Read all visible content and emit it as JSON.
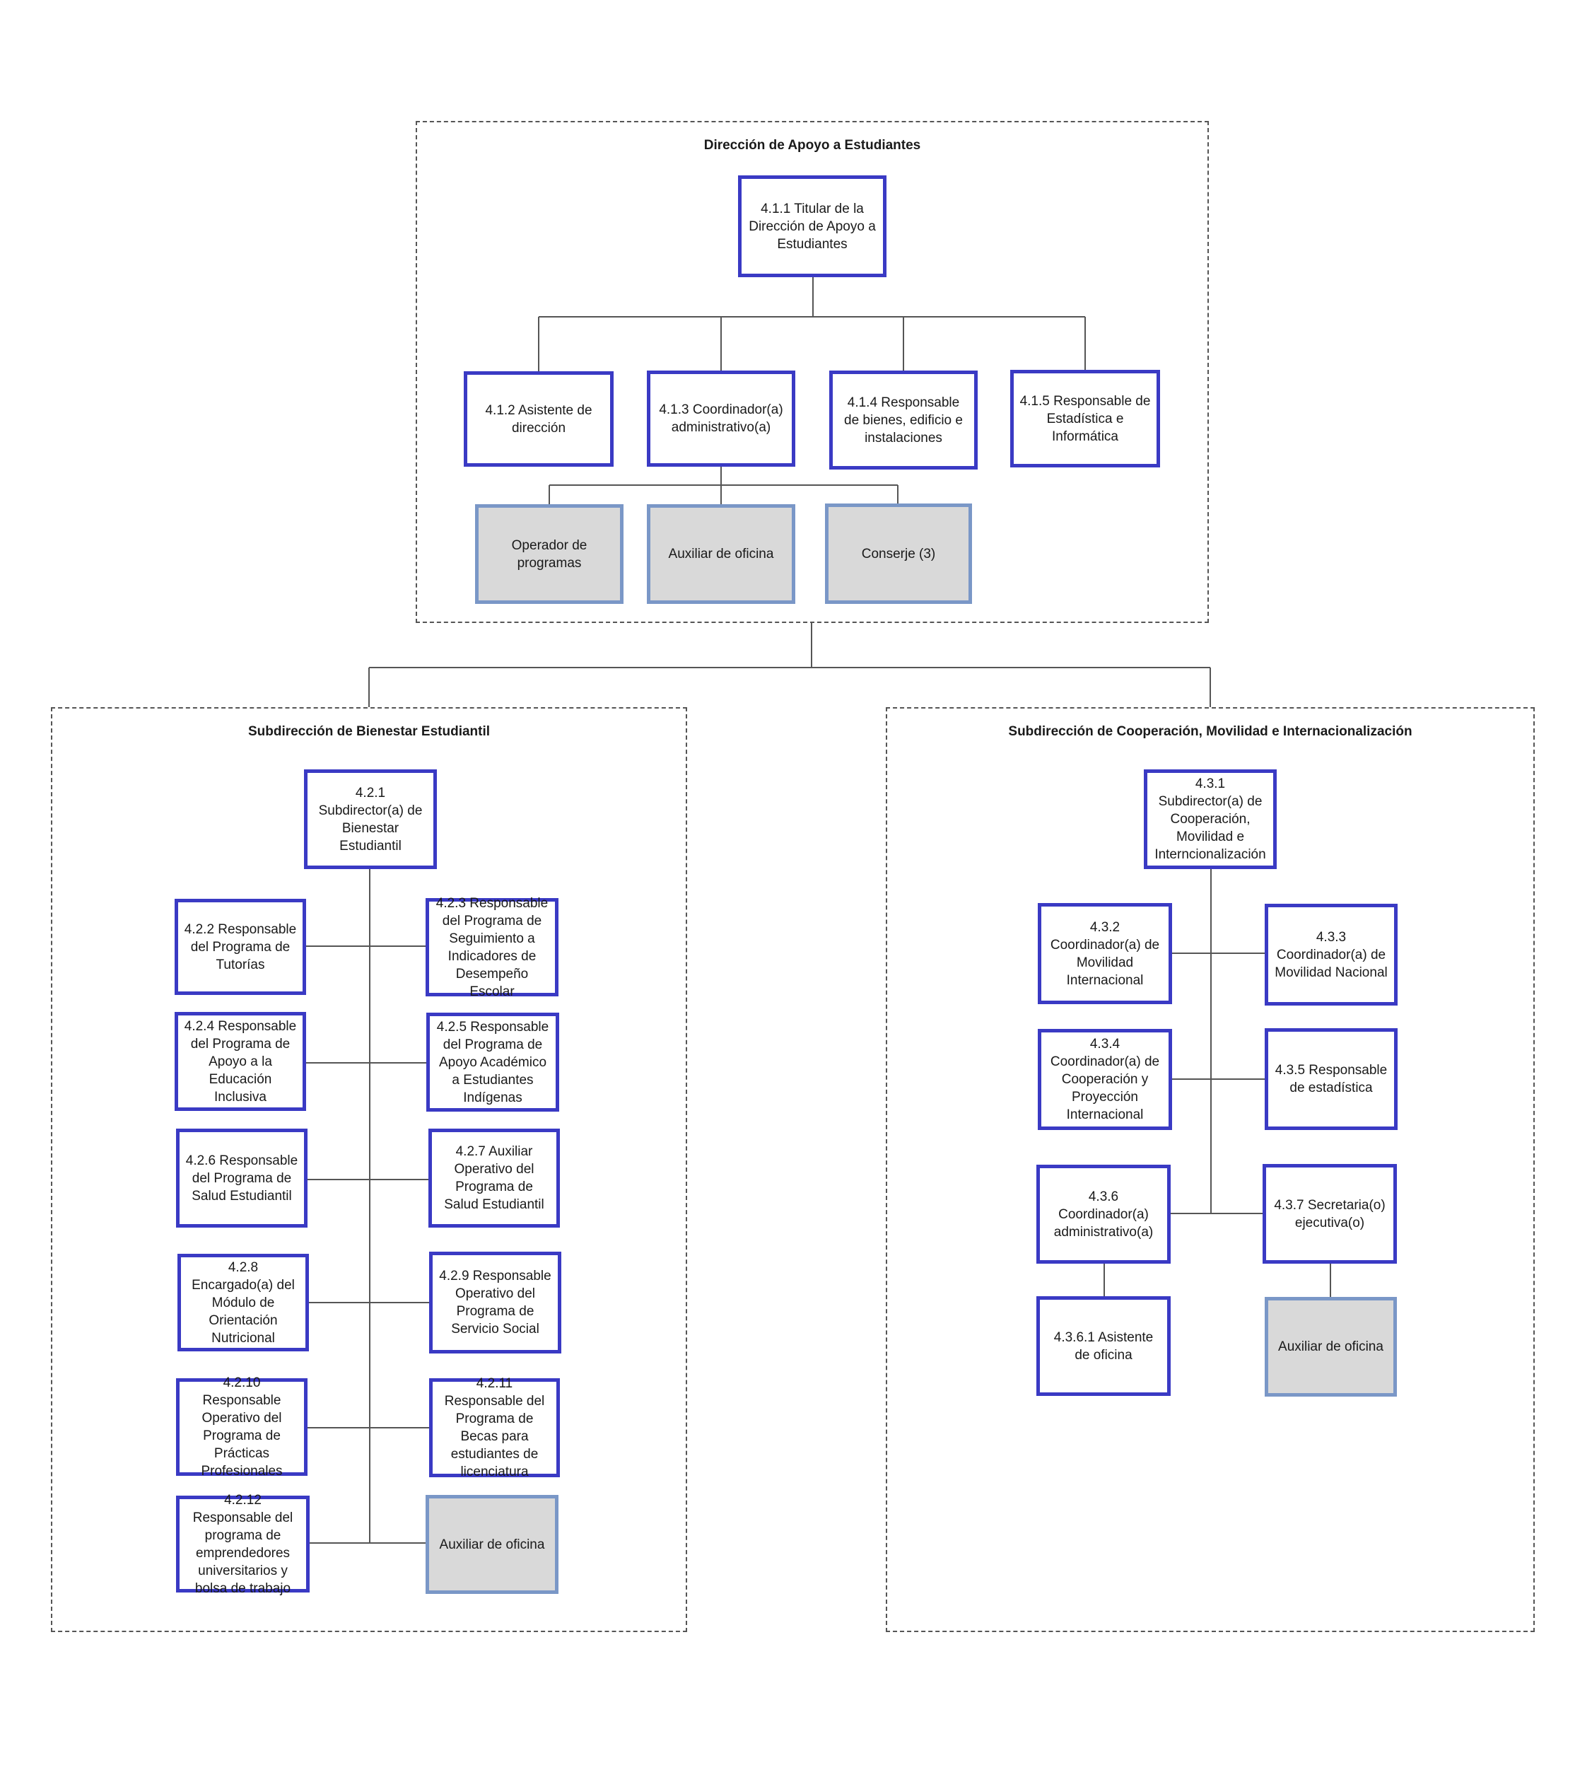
{
  "groups": {
    "direccion": {
      "title": "Dirección de Apoyo a Estudiantes"
    },
    "bienestar": {
      "title": "Subdirección de Bienestar Estudiantil"
    },
    "cooperacion": {
      "title": "Subdirección de Cooperación, Movilidad e Internacionalización"
    }
  },
  "nodes": {
    "n411": "4.1.1 Titular de la Dirección de Apoyo a Estudiantes",
    "n412": "4.1.2 Asistente de dirección",
    "n413": "4.1.3 Coordinador(a) administrativo(a)",
    "n414": "4.1.4 Responsable de bienes, edificio e instalaciones",
    "n415": "4.1.5 Responsable de Estadística e Informática",
    "op_programas": "Operador de programas",
    "aux_oficina_1": "Auxiliar de oficina",
    "conserje": "Conserje (3)",
    "n421": "4.2.1 Subdirector(a) de Bienestar Estudiantil",
    "n422": "4.2.2 Responsable del Programa de Tutorías",
    "n423": "4.2.3 Responsable del Programa de Seguimiento a Indicadores de Desempeño Escolar",
    "n424": "4.2.4 Responsable del Programa de Apoyo a la Educación Inclusiva",
    "n425": "4.2.5 Responsable del Programa de Apoyo Académico a Estudiantes Indígenas",
    "n426": "4.2.6 Responsable del Programa de Salud Estudiantil",
    "n427": "4.2.7 Auxiliar Operativo del Programa de Salud Estudiantil",
    "n428": "4.2.8 Encargado(a) del Módulo de Orientación Nutricional",
    "n429": "4.2.9 Responsable Operativo del Programa de Servicio Social",
    "n4210": "4.2.10 Responsable Operativo del Programa de Prácticas Profesionales",
    "n4211": "4.2.11 Responsable del Programa de Becas para estudiantes de licenciatura",
    "n4212": "4.2.12 Responsable del programa de emprendedores universitarios y bolsa de trabajo",
    "aux_oficina_2": "Auxiliar de oficina",
    "n431": "4.3.1 Subdirector(a) de Cooperación, Movilidad e Interncionalización",
    "n432": "4.3.2 Coordinador(a) de Movilidad Internacional",
    "n433": "4.3.3 Coordinador(a) de Movilidad Nacional",
    "n434": "4.3.4 Coordinador(a) de Cooperación y Proyección Internacional",
    "n435": "4.3.5 Responsable de estadística",
    "n436": "4.3.6 Coordinador(a) administrativo(a)",
    "n437": "4.3.7 Secretaria(o) ejecutiva(o)",
    "n4361": "4.3.6.1 Asistente de oficina",
    "aux_oficina_3": "Auxiliar de oficina"
  },
  "colors": {
    "box_border": "#3a3ac4",
    "grey_fill": "#d9d9d9",
    "grey_border": "#7a97c7",
    "line": "#555555"
  }
}
